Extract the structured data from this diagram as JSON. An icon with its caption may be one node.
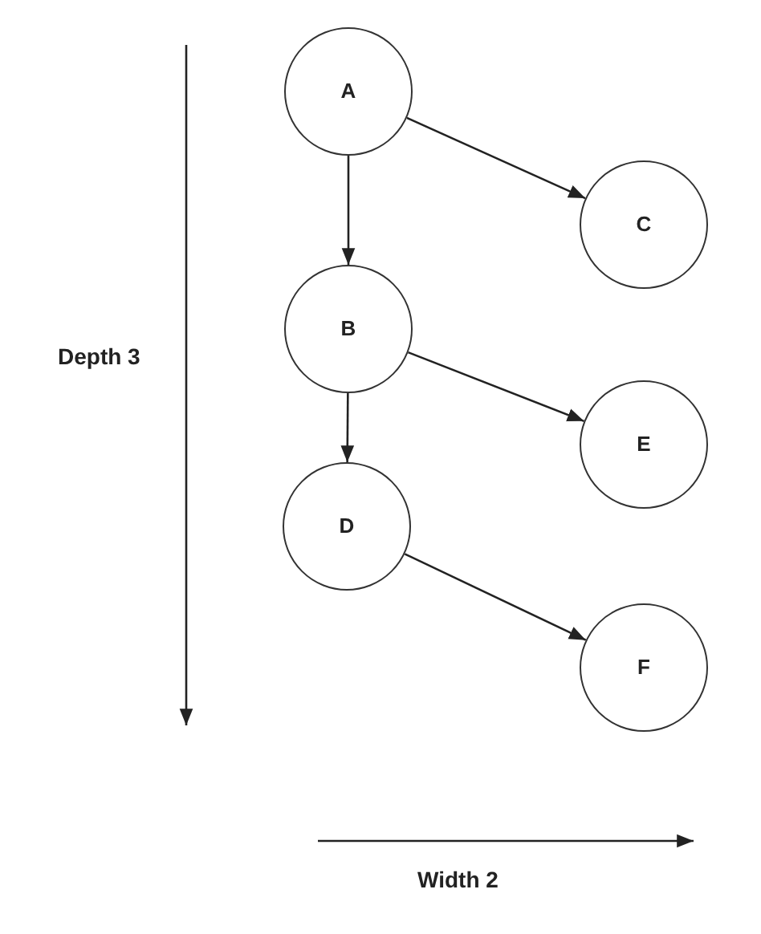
{
  "diagram": {
    "nodes": [
      {
        "text": [
          "A"
        ]
      },
      {
        "text": [
          "C"
        ]
      },
      {
        "text": [
          "B"
        ]
      },
      {
        "text": [
          "E"
        ]
      },
      {
        "text": [
          "D"
        ]
      },
      {
        "text": [
          "F"
        ]
      }
    ],
    "edges": [
      {
        "from": 0,
        "to": 1,
        "arrow": "to"
      },
      {
        "from": 0,
        "to": 2,
        "arrow": "to"
      },
      {
        "from": 2,
        "to": 3,
        "arrow": "to"
      },
      {
        "from": 2,
        "to": 4,
        "arrow": "to"
      },
      {
        "from": 4,
        "to": 5,
        "arrow": "to"
      }
    ],
    "labels": [
      "Depth 3",
      "Width 2"
    ]
  }
}
